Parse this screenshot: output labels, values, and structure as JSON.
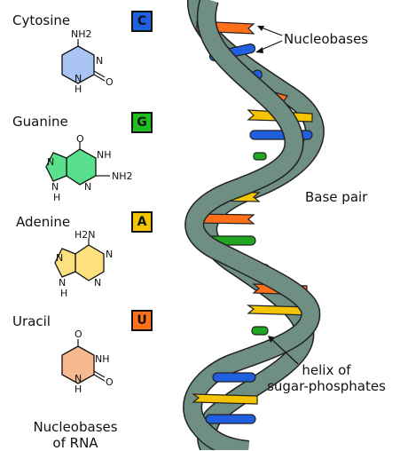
{
  "bases": [
    {
      "name": "Cytosine",
      "letter": "C",
      "color": "#1f5fe0",
      "fill": "#a9c4f5",
      "letter_color": "#111111",
      "atoms": [
        "NH2",
        "N",
        "N",
        "H",
        "O"
      ]
    },
    {
      "name": "Guanine",
      "letter": "G",
      "color": "#1fbf1f",
      "fill": "#59e08c",
      "letter_color": "#111111",
      "atoms": [
        "O",
        "N",
        "NH",
        "NH2",
        "N",
        "N",
        "H"
      ]
    },
    {
      "name": "Adenine",
      "letter": "A",
      "color": "#f5c400",
      "fill": "#ffe07f",
      "letter_color": "#111111",
      "atoms": [
        "H2N",
        "N",
        "N",
        "N",
        "N",
        "H"
      ]
    },
    {
      "name": "Uracil",
      "letter": "U",
      "color": "#ff6f1a",
      "fill": "#f7b98f",
      "letter_color": "#111111",
      "atoms": [
        "O",
        "NH",
        "N",
        "H",
        "O"
      ]
    }
  ],
  "caption": {
    "line1": "Nucleobases",
    "line2": "of RNA"
  },
  "annotations": {
    "nucleobases": "Nucleobases",
    "base_pair": "Base pair",
    "helix_line1": "helix of",
    "helix_line2": "sugar-phosphates"
  },
  "colors": {
    "backbone": "#6f8f83",
    "backbone_stroke": "#222222",
    "cytosine": "#1f5fe0",
    "guanine": "#1fa51f",
    "adenine": "#f5c400",
    "uracil": "#ff6f1a"
  }
}
